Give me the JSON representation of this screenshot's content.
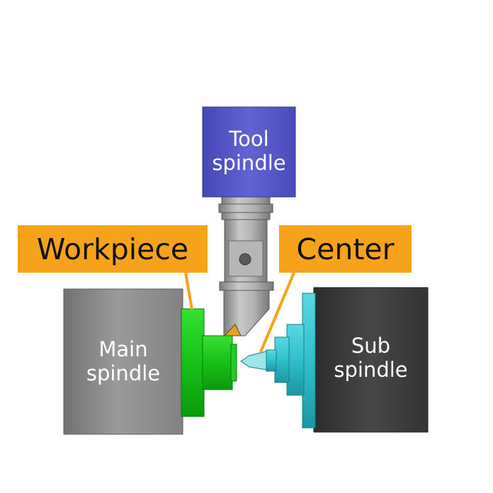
{
  "labels": {
    "tool_spindle": "Tool\nspindle",
    "main_spindle": "Main\nspindle",
    "sub_spindle": "Sub\nspindle"
  },
  "callouts": {
    "workpiece": "Workpiece",
    "center": "Center"
  },
  "colors": {
    "tool_spindle": "#5656c8",
    "main_spindle": "#8c8c8c",
    "sub_spindle": "#3e3e3e",
    "workpiece": "#22cc22",
    "center": "#30c0cc",
    "tool_holder": "#a6a6a6",
    "callout": "#f6a31b",
    "insert": "#e6a21c"
  }
}
